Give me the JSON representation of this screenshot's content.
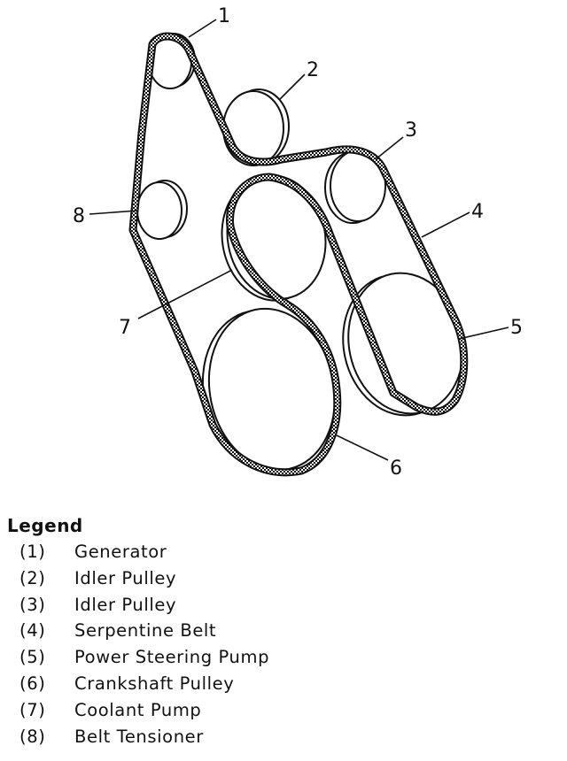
{
  "callouts": [
    "1",
    "2",
    "3",
    "4",
    "5",
    "6",
    "7",
    "8"
  ],
  "legend": {
    "title": "Legend",
    "items": [
      {
        "num": "(1)",
        "label": "Generator"
      },
      {
        "num": "(2)",
        "label": "Idler Pulley"
      },
      {
        "num": "(3)",
        "label": "Idler Pulley"
      },
      {
        "num": "(4)",
        "label": "Serpentine Belt"
      },
      {
        "num": "(5)",
        "label": "Power Steering Pump"
      },
      {
        "num": "(6)",
        "label": "Crankshaft Pulley"
      },
      {
        "num": "(7)",
        "label": "Coolant Pump"
      },
      {
        "num": "(8)",
        "label": "Belt Tensioner"
      }
    ]
  },
  "colors": {
    "ink": "#111111",
    "paper": "#ffffff"
  }
}
